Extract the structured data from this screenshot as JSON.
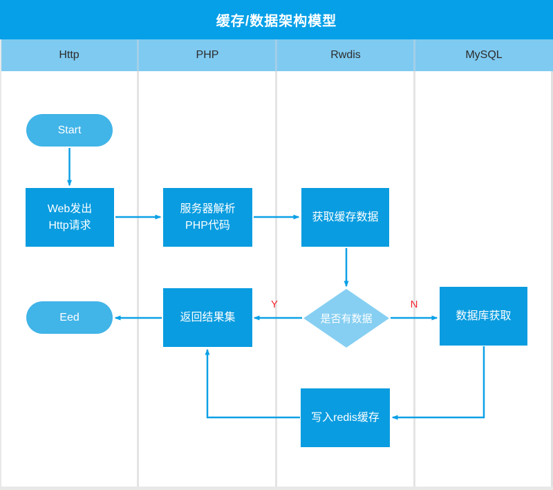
{
  "title": "缓存/数据架构模型",
  "lanes": [
    {
      "label": "Http"
    },
    {
      "label": "PHP"
    },
    {
      "label": "Rwdis"
    },
    {
      "label": "MySQL"
    }
  ],
  "nodes": {
    "start": "Start",
    "web_request": "Web发出\nHttp请求",
    "php_parse": "服务器解析\nPHP代码",
    "get_cache": "获取缓存数据",
    "has_data": "是否有数据",
    "return_result": "返回结果集",
    "end": "Eed",
    "db_fetch": "数据库获取",
    "write_redis": "写入redis缓存"
  },
  "edge_labels": {
    "yes": "Y",
    "no": "N"
  },
  "colors": {
    "title_bar": "#05a0e8",
    "lane_header": "#7fcaf1",
    "process_box": "#099ce0",
    "terminal_pill": "#41b4e8",
    "decision_diamond": "#86cff2",
    "connector": "#0ba0e6",
    "edge_label_text": "#f5222d",
    "lane_divider": "#e4e4e4"
  }
}
